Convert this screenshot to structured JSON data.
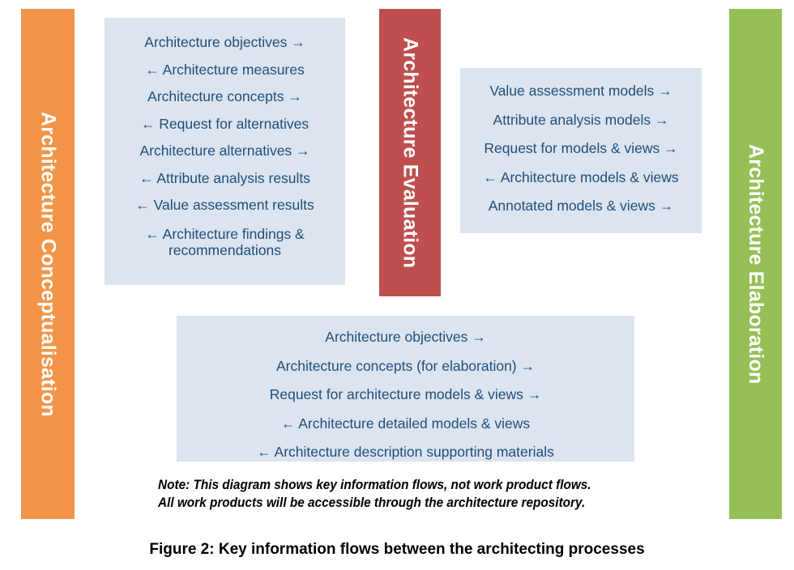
{
  "figure": {
    "caption": "Figure 2: Key information flows between the architecting processes",
    "note_line_1": "Note:  This diagram shows key information flows, not work product flows.",
    "note_line_2": "All work products will be accessible through the architecture repository."
  },
  "colors": {
    "conceptualisation_banner": "#F29549",
    "evaluation_banner": "#BF4F4F",
    "elaboration_banner": "#96C057",
    "panel_background": "#DCE4F0",
    "panel_text": "#1F4E79",
    "page_background": "#FFFFFF",
    "banner_text": "#FFFFFF"
  },
  "banners": [
    {
      "id": "conceptualisation",
      "label": "Architecture Conceptualisation"
    },
    {
      "id": "evaluation",
      "label": "Architecture Evaluation"
    },
    {
      "id": "elaboration",
      "label": "Architecture Elaboration"
    }
  ],
  "panels": {
    "conceptualisation_evaluation": {
      "flows": [
        "Architecture objectives →",
        "← Architecture measures",
        "Architecture concepts →",
        "← Request for alternatives",
        "Architecture alternatives →",
        "← Attribute analysis results",
        "← Value assessment results",
        "← Architecture findings & recommendations"
      ]
    },
    "evaluation_elaboration": {
      "flows": [
        "Value assessment models →",
        "Attribute analysis models →",
        "Request for models & views →",
        "← Architecture models & views",
        "Annotated models & views →"
      ]
    },
    "conceptualisation_elaboration": {
      "flows": [
        "Architecture objectives →",
        "Architecture concepts (for elaboration) →",
        "Request for architecture models & views →",
        "← Architecture detailed models & views",
        "← Architecture description supporting materials"
      ]
    }
  }
}
